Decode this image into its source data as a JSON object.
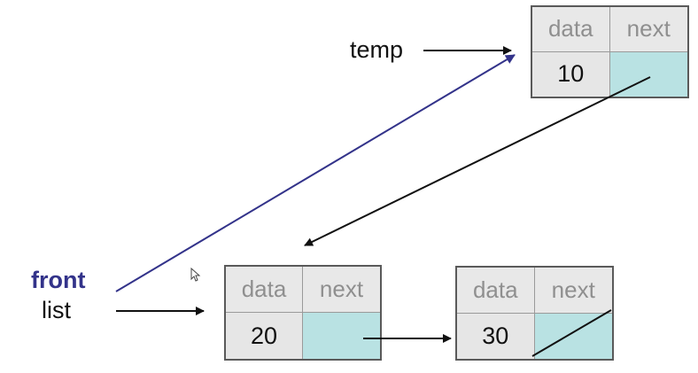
{
  "labels": {
    "temp": "temp",
    "front": "front",
    "list": "list"
  },
  "nodes": [
    {
      "id": "node-10",
      "header_left": "data",
      "header_right": "next",
      "value": "10"
    },
    {
      "id": "node-20",
      "header_left": "data",
      "header_right": "next",
      "value": "20"
    },
    {
      "id": "node-30",
      "header_left": "data",
      "header_right": "next",
      "value": "30"
    }
  ],
  "colors": {
    "pointer_cell": "#b9e2e3",
    "front_arrow": "#33338a",
    "arrow": "#111111"
  }
}
